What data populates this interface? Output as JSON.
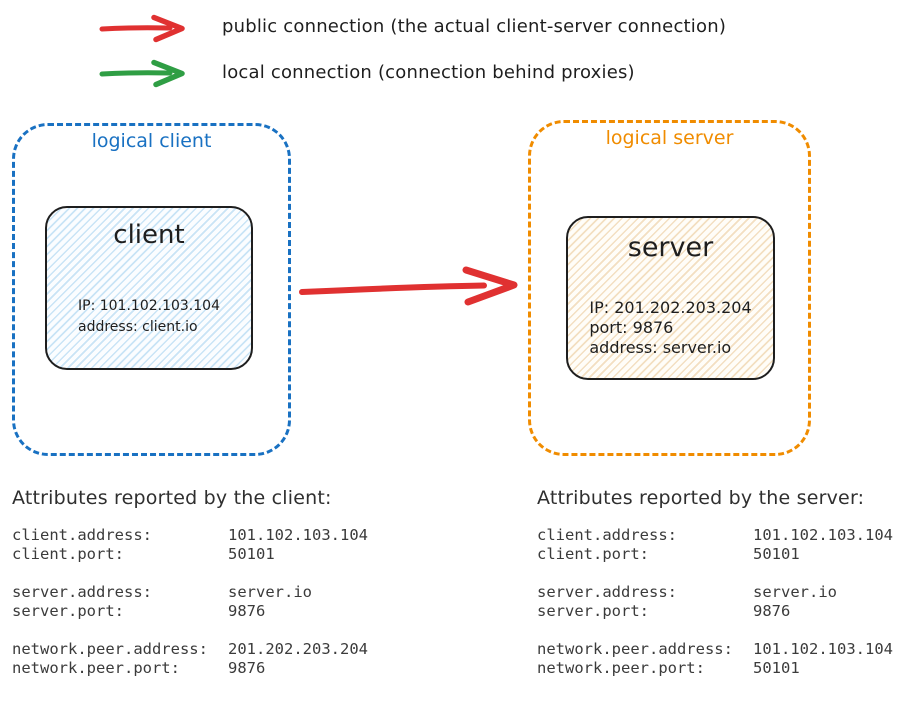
{
  "colors": {
    "red": "#e03131",
    "green": "#2f9e44",
    "blue": "#1971c2",
    "orange": "#f08c00",
    "ink": "#1e1e1e",
    "mono": "#3b3b3b",
    "client-line": "#c9e4f6",
    "client-bg": "#fbfdff",
    "server-line": "#f3dfc1",
    "server-bg": "#fffdf8"
  },
  "legend": {
    "items": [
      {
        "icon": "public-connection-arrow-icon",
        "color": "#e03131",
        "label": "public connection (the actual client-server connection)"
      },
      {
        "icon": "local-connection-arrow-icon",
        "color": "#2f9e44",
        "label": "local connection (connection behind proxies)"
      }
    ]
  },
  "diagram": {
    "client_group": {
      "label": "logical client",
      "color": "#1971c2",
      "node": {
        "title": "client",
        "lines": [
          "IP: 101.102.103.104",
          "address: client.io"
        ]
      }
    },
    "server_group": {
      "label": "logical server",
      "color": "#f08c00",
      "node": {
        "title": "server",
        "lines": [
          "IP: 201.202.203.204",
          "port: 9876",
          "address: server.io"
        ]
      }
    },
    "connection": {
      "type": "public",
      "color": "#e03131",
      "from": "client",
      "to": "server"
    }
  },
  "attributes": {
    "client": {
      "heading": "Attributes reported by the client:",
      "groups": [
        [
          {
            "key": "client.address:",
            "value": "101.102.103.104"
          },
          {
            "key": "client.port:",
            "value": "50101"
          }
        ],
        [
          {
            "key": "server.address:",
            "value": "server.io"
          },
          {
            "key": "server.port:",
            "value": "9876"
          }
        ],
        [
          {
            "key": "network.peer.address:",
            "value": "201.202.203.204"
          },
          {
            "key": "network.peer.port:",
            "value": "9876"
          }
        ]
      ]
    },
    "server": {
      "heading": "Attributes reported by the server:",
      "groups": [
        [
          {
            "key": "client.address:",
            "value": "101.102.103.104"
          },
          {
            "key": "client.port:",
            "value": "50101"
          }
        ],
        [
          {
            "key": "server.address:",
            "value": "server.io"
          },
          {
            "key": "server.port:",
            "value": "9876"
          }
        ],
        [
          {
            "key": "network.peer.address:",
            "value": "101.102.103.104"
          },
          {
            "key": "network.peer.port:",
            "value": "50101"
          }
        ]
      ]
    }
  }
}
